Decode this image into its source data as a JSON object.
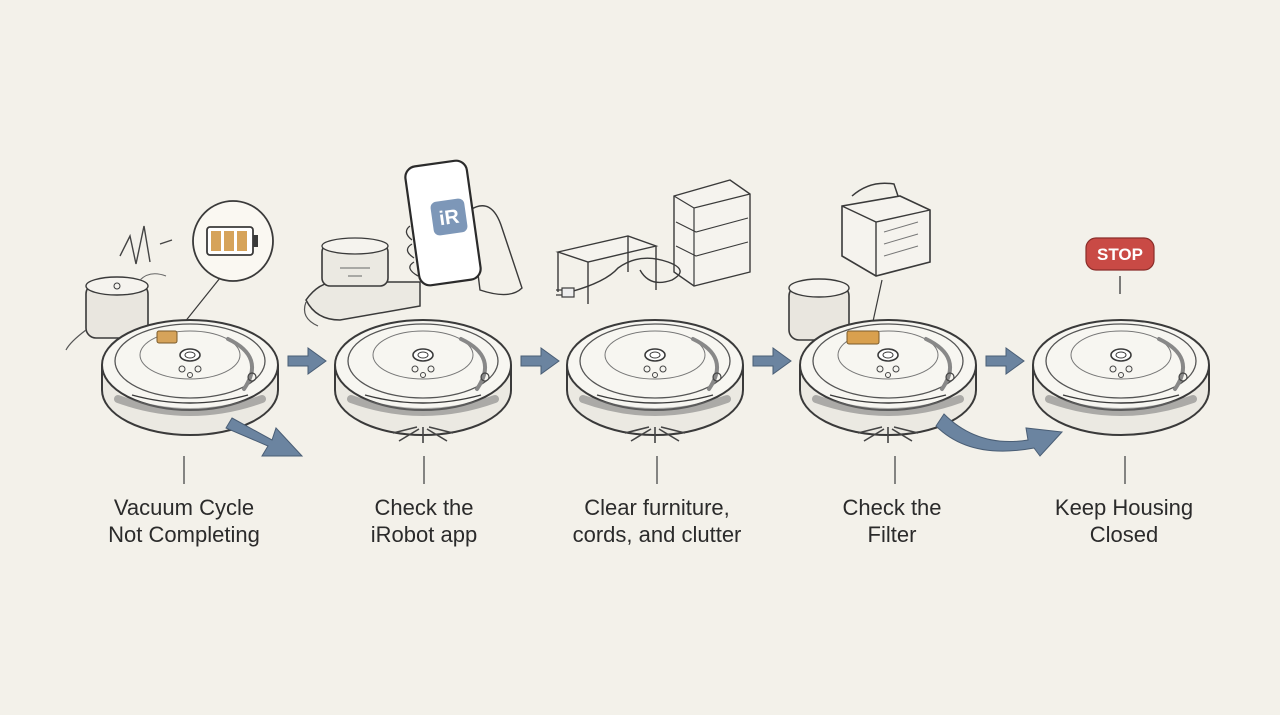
{
  "colors": {
    "background": "#f3f1ea",
    "line": "#3a3a3a",
    "arrow": "#6b84a0",
    "battery": "#d6a35a",
    "filter": "#d9a04e",
    "stop": "#c94a45",
    "app_icon": "#7d97b8"
  },
  "steps": [
    {
      "line1": "Vacuum Cycle",
      "line2": "Not Completing",
      "icon": "low-battery-icon"
    },
    {
      "line1": "Check the",
      "line2": "iRobot app",
      "icon": "smartphone-app-icon"
    },
    {
      "line1": "Clear furniture,",
      "line2": "cords, and clutter",
      "icon": "furniture-clutter-icon"
    },
    {
      "line1": "Check the",
      "line2": "Filter",
      "icon": "filter-bin-icon"
    },
    {
      "line1": "Keep Housing",
      "line2": "Closed",
      "icon": "stop-sign-icon"
    }
  ],
  "app_icon_label": "iR",
  "stop_sign_label": "STOP"
}
